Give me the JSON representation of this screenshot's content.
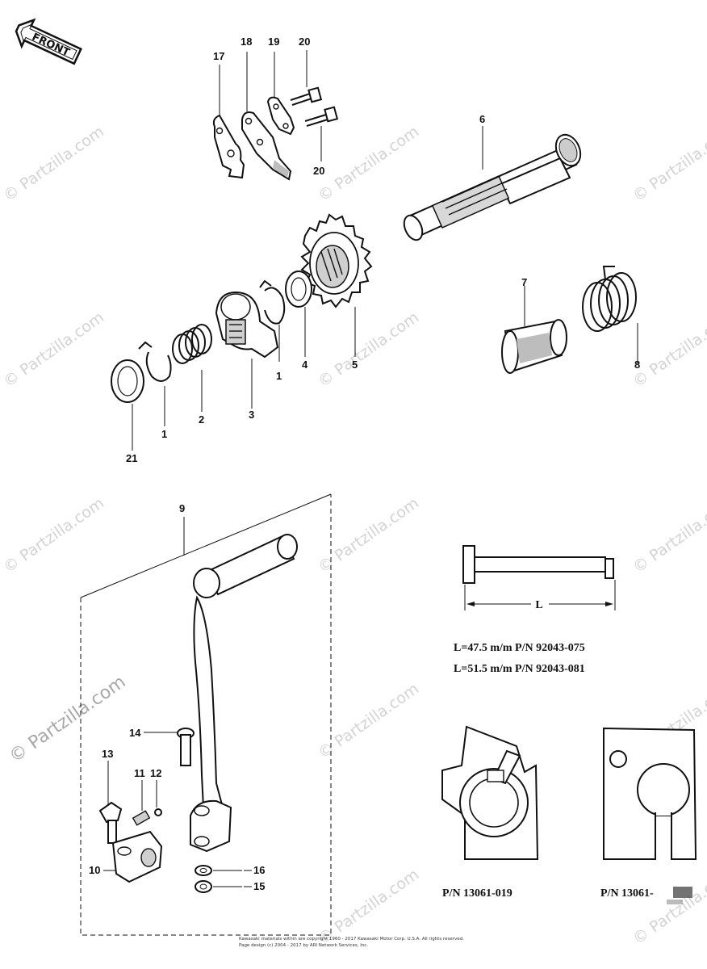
{
  "watermark": "© Partzilla.com",
  "front_label": "FRONT",
  "callouts": {
    "n1a": "1",
    "n1b": "1",
    "n2": "2",
    "n3": "3",
    "n4": "4",
    "n5": "5",
    "n6": "6",
    "n7": "7",
    "n8": "8",
    "n9": "9",
    "n10": "10",
    "n11": "11",
    "n12": "12",
    "n13": "13",
    "n14": "14",
    "n15": "15",
    "n16": "16",
    "n17": "17",
    "n18": "18",
    "n19": "19",
    "n20a": "20",
    "n20b": "20",
    "n21": "21"
  },
  "dimension_label": "L",
  "specs": [
    "L=47.5 m/m  P/N  92043-075",
    "L=51.5 m/m  P/N  92043-081"
  ],
  "tool_parts": {
    "left_pn": "P/N   13061-019",
    "right_pn": "P/N   13061-"
  },
  "footer": {
    "line1": "Kawasaki materials within are copyright 1960 - 2017 Kawasaki Motor Corp. U.S.A. All rights reserved.",
    "line2": "Page design (c) 2004 - 2017 by ARI Network Services, Inc."
  }
}
